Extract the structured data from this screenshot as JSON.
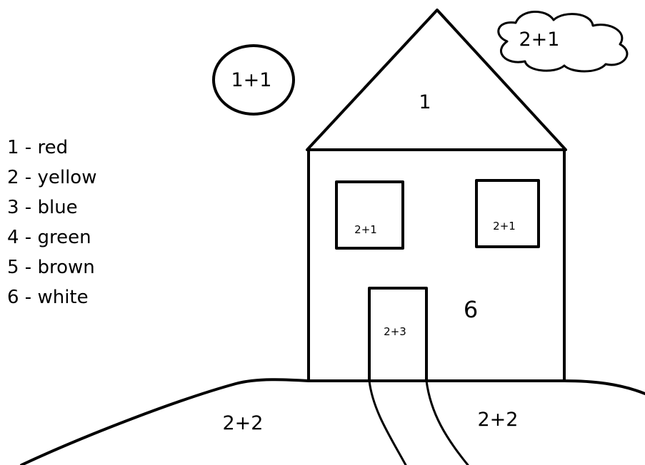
{
  "legend": {
    "items": [
      {
        "number": "1",
        "color": "red"
      },
      {
        "number": "2",
        "color": "yellow"
      },
      {
        "number": "3",
        "color": "blue"
      },
      {
        "number": "4",
        "color": "green"
      },
      {
        "number": "5",
        "color": "brown"
      },
      {
        "number": "6",
        "color": "white"
      }
    ]
  },
  "regions": {
    "sun": "1+1",
    "cloud": "2+1",
    "roof": "1",
    "window_left": "2+1",
    "window_right": "2+1",
    "wall": "6",
    "door": "2+3",
    "hill_left": "2+2",
    "hill_right": "2+2"
  },
  "colors": {
    "ink": "#000000",
    "paper": "#ffffff"
  }
}
